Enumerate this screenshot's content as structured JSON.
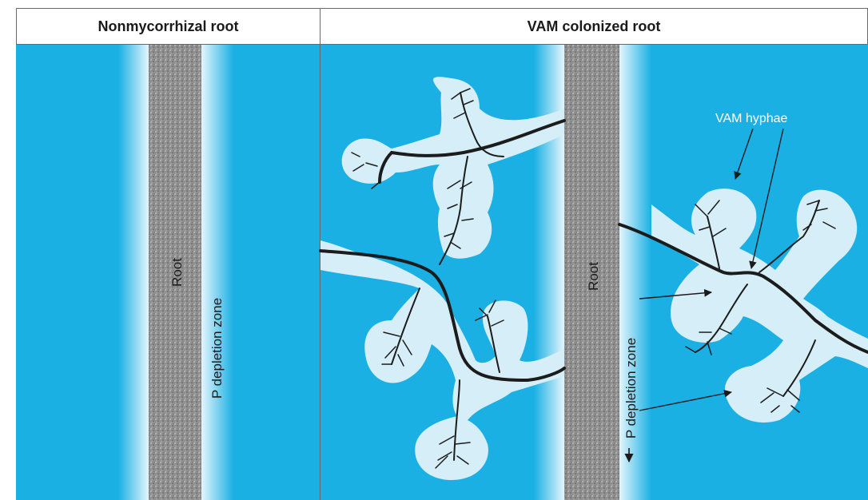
{
  "headers": {
    "left": "Nonmycorrhizal root",
    "right": "VAM colonized root"
  },
  "labels": {
    "root_left": "Root",
    "root_right": "Root",
    "depletion_left": "P depletion zone",
    "depletion_right": "P depletion zone",
    "hyphae": "VAM hyphae"
  },
  "colors": {
    "soil": "#1ab0e4",
    "depletion": "#d6eef8",
    "root": "#8e8e8e",
    "hypha": "#1c1c1c"
  },
  "icons": [
    "arrow-icon"
  ]
}
